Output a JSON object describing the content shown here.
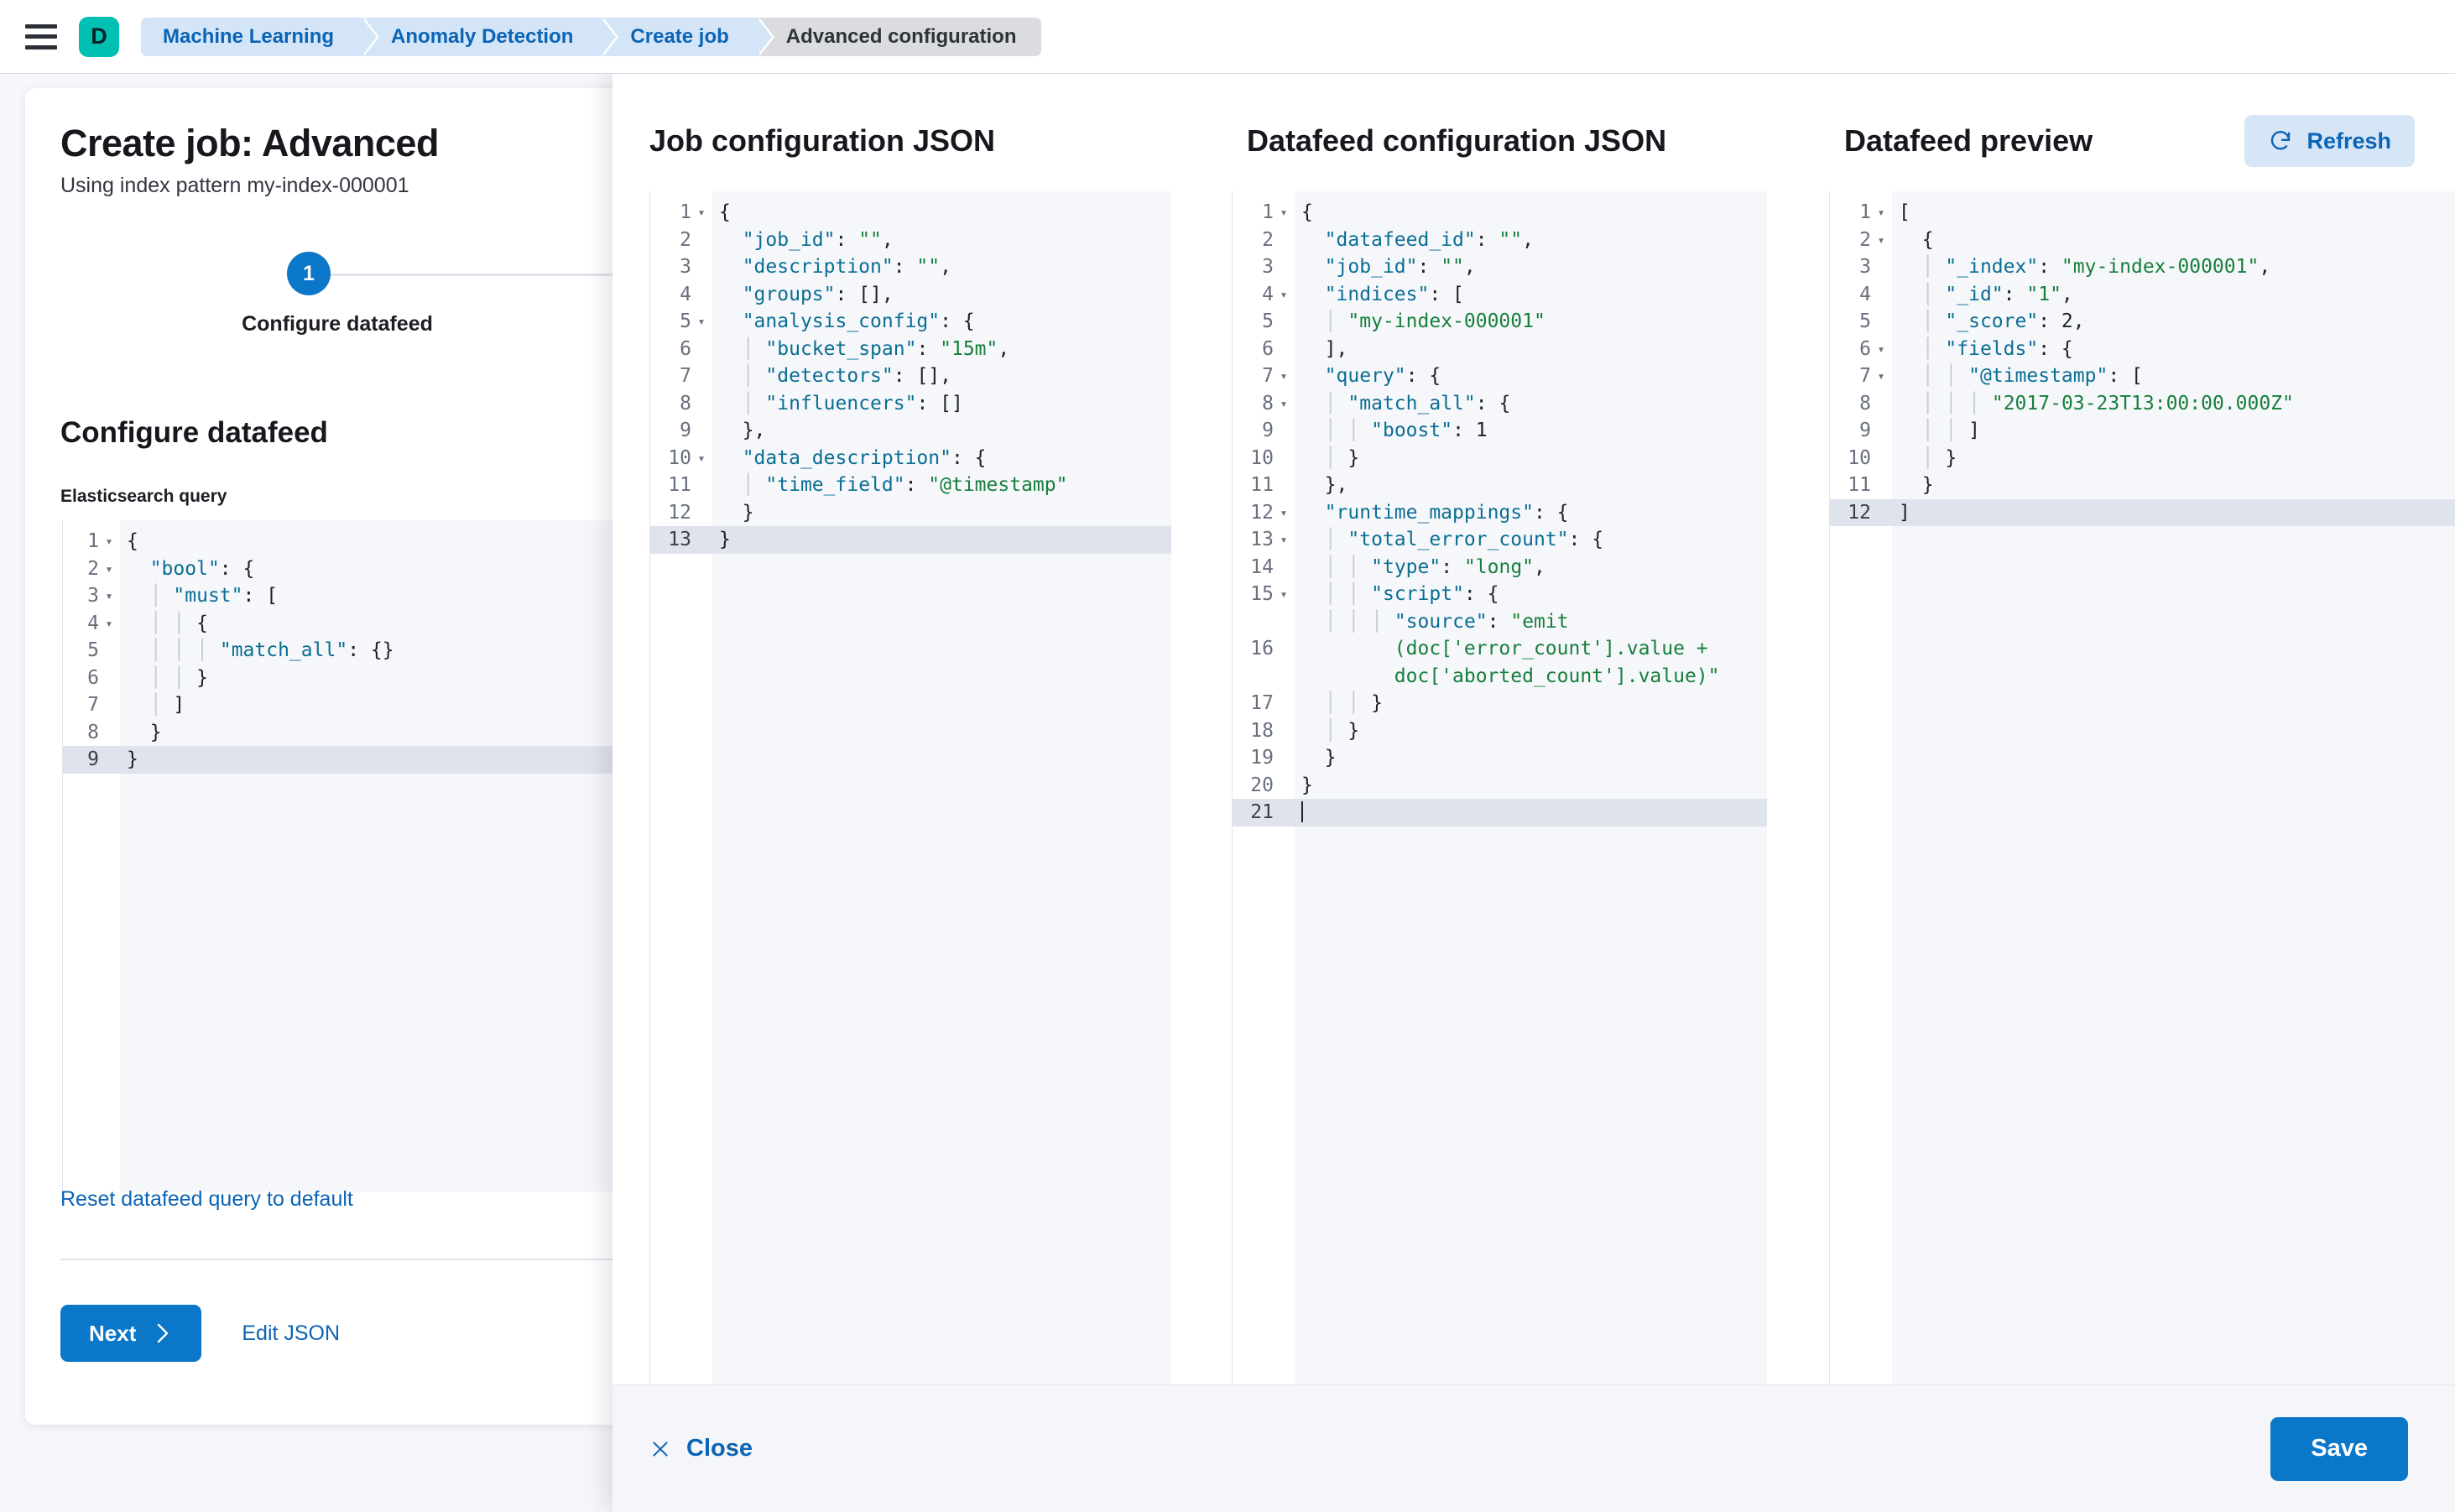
{
  "chrome": {
    "menu_icon": "hamburger-menu-icon",
    "logo_letter": "D",
    "breadcrumbs": [
      {
        "label": "Machine Learning",
        "active": false
      },
      {
        "label": "Anomaly Detection",
        "active": false
      },
      {
        "label": "Create job",
        "active": false
      },
      {
        "label": "Advanced configuration",
        "active": true
      }
    ]
  },
  "page": {
    "title": "Create job: Advanced",
    "subtitle": "Using index pattern my-index-000001",
    "step": {
      "number": "1",
      "label": "Configure datafeed"
    },
    "section_title": "Configure datafeed",
    "query_field_label": "Elasticsearch query",
    "reset_link": "Reset datafeed query to default",
    "next_button": "Next",
    "next_icon": "chevron-right-icon",
    "edit_json_link": "Edit JSON",
    "query_editor": {
      "active_line": 9,
      "lines": [
        {
          "n": 1,
          "fold": true,
          "html": "<span class=\"p\">{</span>"
        },
        {
          "n": 2,
          "fold": true,
          "html": "  <span class=\"k\">\"bool\"</span><span class=\"p\">: {</span>"
        },
        {
          "n": 3,
          "fold": true,
          "html": "  <span class=\"gu\">│</span> <span class=\"k\">\"must\"</span><span class=\"p\">: [</span>"
        },
        {
          "n": 4,
          "fold": true,
          "html": "  <span class=\"gu\">│</span> <span class=\"gu\">│</span> <span class=\"p\">{</span>"
        },
        {
          "n": 5,
          "fold": false,
          "html": "  <span class=\"gu\">│</span> <span class=\"gu\">│</span> <span class=\"gu\">│</span> <span class=\"k\">\"match_all\"</span><span class=\"p\">: {}</span>"
        },
        {
          "n": 6,
          "fold": false,
          "html": "  <span class=\"gu\">│</span> <span class=\"gu\">│</span> <span class=\"p\">}</span>"
        },
        {
          "n": 7,
          "fold": false,
          "html": "  <span class=\"gu\">│</span> <span class=\"p\">]</span>"
        },
        {
          "n": 8,
          "fold": false,
          "html": "  <span class=\"p\">}</span>"
        },
        {
          "n": 9,
          "fold": false,
          "html": "<span class=\"p\">}</span>"
        }
      ]
    }
  },
  "flyout": {
    "columns": [
      {
        "id": "job-configuration-json",
        "title": "Job configuration JSON",
        "active_line": 13,
        "lines": [
          {
            "n": 1,
            "fold": true,
            "html": "<span class=\"p\">{</span>"
          },
          {
            "n": 2,
            "fold": false,
            "html": "  <span class=\"k\">\"job_id\"</span><span class=\"p\">: </span><span class=\"s\">\"\"</span><span class=\"p\">,</span>"
          },
          {
            "n": 3,
            "fold": false,
            "html": "  <span class=\"k\">\"description\"</span><span class=\"p\">: </span><span class=\"s\">\"\"</span><span class=\"p\">,</span>"
          },
          {
            "n": 4,
            "fold": false,
            "html": "  <span class=\"k\">\"groups\"</span><span class=\"p\">: [],</span>"
          },
          {
            "n": 5,
            "fold": true,
            "html": "  <span class=\"k\">\"analysis_config\"</span><span class=\"p\">: {</span>"
          },
          {
            "n": 6,
            "fold": false,
            "html": "  <span class=\"gu\">│</span> <span class=\"k\">\"bucket_span\"</span><span class=\"p\">: </span><span class=\"s\">\"15m\"</span><span class=\"p\">,</span>"
          },
          {
            "n": 7,
            "fold": false,
            "html": "  <span class=\"gu\">│</span> <span class=\"k\">\"detectors\"</span><span class=\"p\">: [],</span>"
          },
          {
            "n": 8,
            "fold": false,
            "html": "  <span class=\"gu\">│</span> <span class=\"k\">\"influencers\"</span><span class=\"p\">: []</span>"
          },
          {
            "n": 9,
            "fold": false,
            "html": "  <span class=\"p\">},</span>"
          },
          {
            "n": 10,
            "fold": true,
            "html": "  <span class=\"k\">\"data_description\"</span><span class=\"p\">: {</span>"
          },
          {
            "n": 11,
            "fold": false,
            "html": "  <span class=\"gu\">│</span> <span class=\"k\">\"time_field\"</span><span class=\"p\">: </span><span class=\"s\">\"@timestamp\"</span>"
          },
          {
            "n": 12,
            "fold": false,
            "html": "  <span class=\"p\">}</span>"
          },
          {
            "n": 13,
            "fold": false,
            "html": "<span class=\"p\">}</span>"
          }
        ]
      },
      {
        "id": "datafeed-configuration-json",
        "title": "Datafeed configuration JSON",
        "active_line": 21,
        "lines": [
          {
            "n": 1,
            "fold": true,
            "html": "<span class=\"p\">{</span>"
          },
          {
            "n": 2,
            "fold": false,
            "html": "  <span class=\"k\">\"datafeed_id\"</span><span class=\"p\">: </span><span class=\"s\">\"\"</span><span class=\"p\">,</span>"
          },
          {
            "n": 3,
            "fold": false,
            "html": "  <span class=\"k\">\"job_id\"</span><span class=\"p\">: </span><span class=\"s\">\"\"</span><span class=\"p\">,</span>"
          },
          {
            "n": 4,
            "fold": true,
            "html": "  <span class=\"k\">\"indices\"</span><span class=\"p\">: [</span>"
          },
          {
            "n": 5,
            "fold": false,
            "html": "  <span class=\"gu\">│</span> <span class=\"s\">\"my-index-000001\"</span>"
          },
          {
            "n": 6,
            "fold": false,
            "html": "  <span class=\"p\">],</span>"
          },
          {
            "n": 7,
            "fold": true,
            "html": "  <span class=\"k\">\"query\"</span><span class=\"p\">: {</span>"
          },
          {
            "n": 8,
            "fold": true,
            "html": "  <span class=\"gu\">│</span> <span class=\"k\">\"match_all\"</span><span class=\"p\">: {</span>"
          },
          {
            "n": 9,
            "fold": false,
            "html": "  <span class=\"gu\">│</span> <span class=\"gu\">│</span> <span class=\"k\">\"boost\"</span><span class=\"p\">: </span><span class=\"n\">1</span>"
          },
          {
            "n": 10,
            "fold": false,
            "html": "  <span class=\"gu\">│</span> <span class=\"p\">}</span>"
          },
          {
            "n": 11,
            "fold": false,
            "html": "  <span class=\"p\">},</span>"
          },
          {
            "n": 12,
            "fold": true,
            "html": "  <span class=\"k\">\"runtime_mappings\"</span><span class=\"p\">: {</span>"
          },
          {
            "n": 13,
            "fold": true,
            "html": "  <span class=\"gu\">│</span> <span class=\"k\">\"total_error_count\"</span><span class=\"p\">: {</span>"
          },
          {
            "n": 14,
            "fold": false,
            "html": "  <span class=\"gu\">│</span> <span class=\"gu\">│</span> <span class=\"k\">\"type\"</span><span class=\"p\">: </span><span class=\"s\">\"long\"</span><span class=\"p\">,</span>"
          },
          {
            "n": 15,
            "fold": true,
            "html": "  <span class=\"gu\">│</span> <span class=\"gu\">│</span> <span class=\"k\">\"script\"</span><span class=\"p\">: {</span>"
          },
          {
            "n": 16,
            "fold": false,
            "wrap": true,
            "html": "  <span class=\"gu\">│</span> <span class=\"gu\">│</span> <span class=\"gu\">│</span> <span class=\"k\">\"source\"</span><span class=\"p\">: </span><span class=\"s\">\"emit\n        (doc['error_count'].value +\n        doc['aborted_count'].value)\"</span>"
          },
          {
            "n": 17,
            "fold": false,
            "html": "  <span class=\"gu\">│</span> <span class=\"gu\">│</span> <span class=\"p\">}</span>"
          },
          {
            "n": 18,
            "fold": false,
            "html": "  <span class=\"gu\">│</span> <span class=\"p\">}</span>"
          },
          {
            "n": 19,
            "fold": false,
            "html": "  <span class=\"p\">}</span>"
          },
          {
            "n": 20,
            "fold": false,
            "html": "<span class=\"p\">}</span>"
          },
          {
            "n": 21,
            "fold": false,
            "caret": true,
            "html": ""
          }
        ]
      },
      {
        "id": "datafeed-preview",
        "title": "Datafeed preview",
        "refresh_label": "Refresh",
        "refresh_icon": "refresh-icon",
        "active_line": 12,
        "lines": [
          {
            "n": 1,
            "fold": true,
            "html": "<span class=\"p\">[</span>"
          },
          {
            "n": 2,
            "fold": true,
            "html": "  <span class=\"p\">{</span>"
          },
          {
            "n": 3,
            "fold": false,
            "html": "  <span class=\"gu\">│</span> <span class=\"k\">\"_index\"</span><span class=\"p\">: </span><span class=\"s\">\"my-index-000001\"</span><span class=\"p\">,</span>"
          },
          {
            "n": 4,
            "fold": false,
            "html": "  <span class=\"gu\">│</span> <span class=\"k\">\"_id\"</span><span class=\"p\">: </span><span class=\"s\">\"1\"</span><span class=\"p\">,</span>"
          },
          {
            "n": 5,
            "fold": false,
            "html": "  <span class=\"gu\">│</span> <span class=\"k\">\"_score\"</span><span class=\"p\">: </span><span class=\"n\">2</span><span class=\"p\">,</span>"
          },
          {
            "n": 6,
            "fold": true,
            "html": "  <span class=\"gu\">│</span> <span class=\"k\">\"fields\"</span><span class=\"p\">: {</span>"
          },
          {
            "n": 7,
            "fold": true,
            "html": "  <span class=\"gu\">│</span> <span class=\"gu\">│</span> <span class=\"k\">\"@timestamp\"</span><span class=\"p\">: [</span>"
          },
          {
            "n": 8,
            "fold": false,
            "html": "  <span class=\"gu\">│</span> <span class=\"gu\">│</span> <span class=\"gu\">│</span> <span class=\"s\">\"2017-03-23T13:00:00.000Z\"</span>"
          },
          {
            "n": 9,
            "fold": false,
            "html": "  <span class=\"gu\">│</span> <span class=\"gu\">│</span> <span class=\"p\">]</span>"
          },
          {
            "n": 10,
            "fold": false,
            "html": "  <span class=\"gu\">│</span> <span class=\"p\">}</span>"
          },
          {
            "n": 11,
            "fold": false,
            "html": "  <span class=\"p\">}</span>"
          },
          {
            "n": 12,
            "fold": false,
            "html": "<span class=\"p\">]</span>"
          }
        ]
      }
    ],
    "footer": {
      "close_label": "Close",
      "close_icon": "close-x-icon",
      "save_label": "Save"
    }
  },
  "colors": {
    "primary": "#0b77c9",
    "link": "#0b64b5",
    "brand": "#00bfb3",
    "crumb_bg": "#d3e5f7",
    "crumb_active_bg": "#dadce0",
    "editor_bg": "#f6f7fb",
    "active_line": "#dfe3ec",
    "json_key": "#0a6e92",
    "json_string": "#167f3a"
  }
}
